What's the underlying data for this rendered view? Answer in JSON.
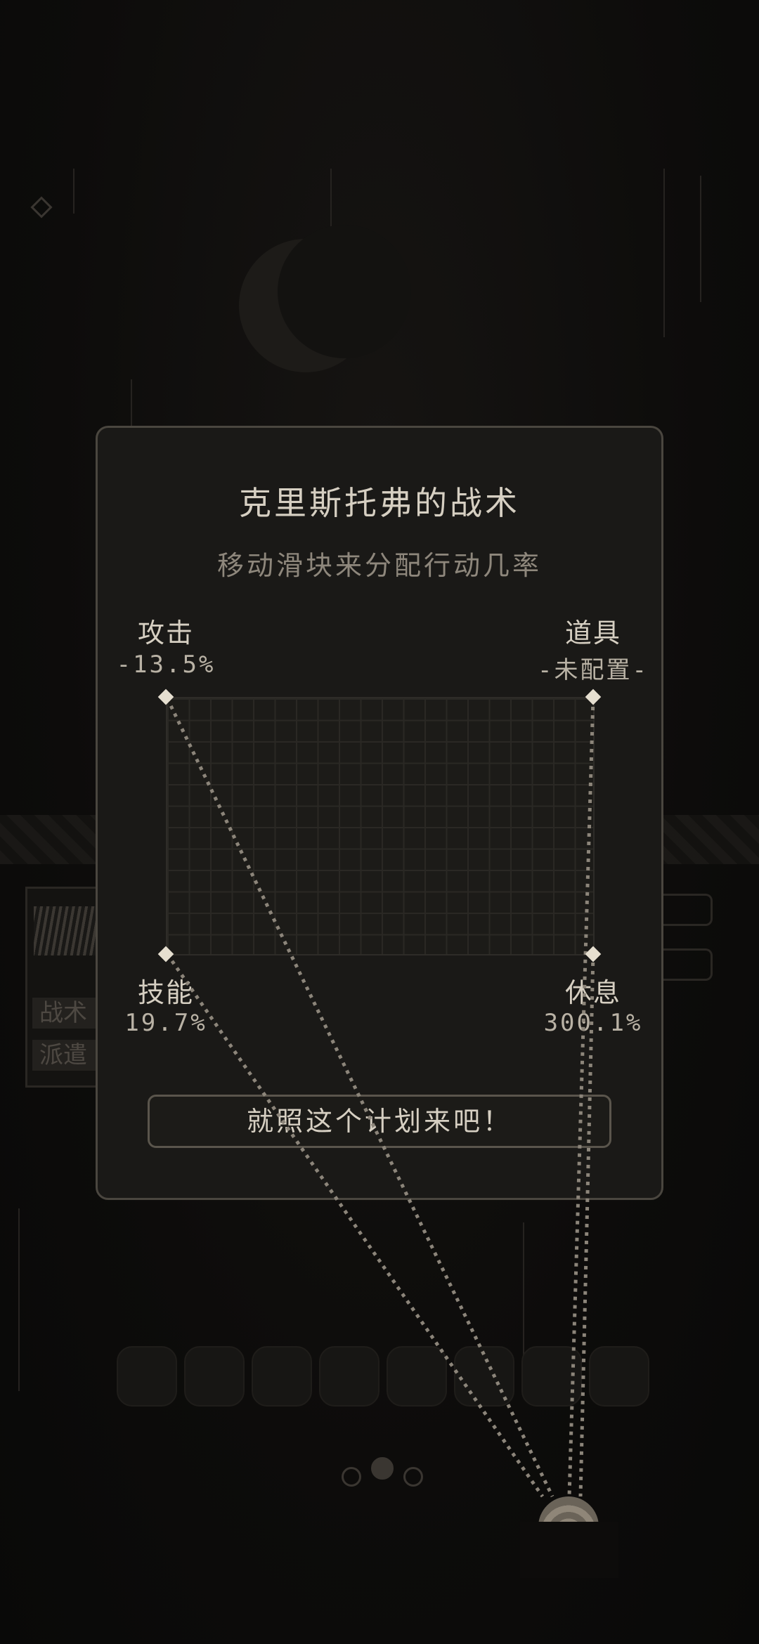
{
  "dialog": {
    "title": "克里斯托弗的战术",
    "subtitle": "移动滑块来分配行动几率",
    "corners": {
      "attack": {
        "label": "攻击",
        "value": "-13.5%"
      },
      "item": {
        "label": "道具",
        "value": "-未配置-"
      },
      "skill": {
        "label": "技能",
        "value": "19.7%"
      },
      "rest": {
        "label": "休息",
        "value": "300.1%"
      }
    },
    "confirm_label": "就照这个计划来吧！"
  },
  "background": {
    "chips": [
      "战术",
      "派遣"
    ]
  },
  "colors": {
    "panel_bg": "#1a1917",
    "panel_border": "#4a463f",
    "text_primary": "#d6cfc2",
    "text_secondary": "#8e877c",
    "wire": "#8c857a",
    "handle": "#e6dfd0"
  }
}
